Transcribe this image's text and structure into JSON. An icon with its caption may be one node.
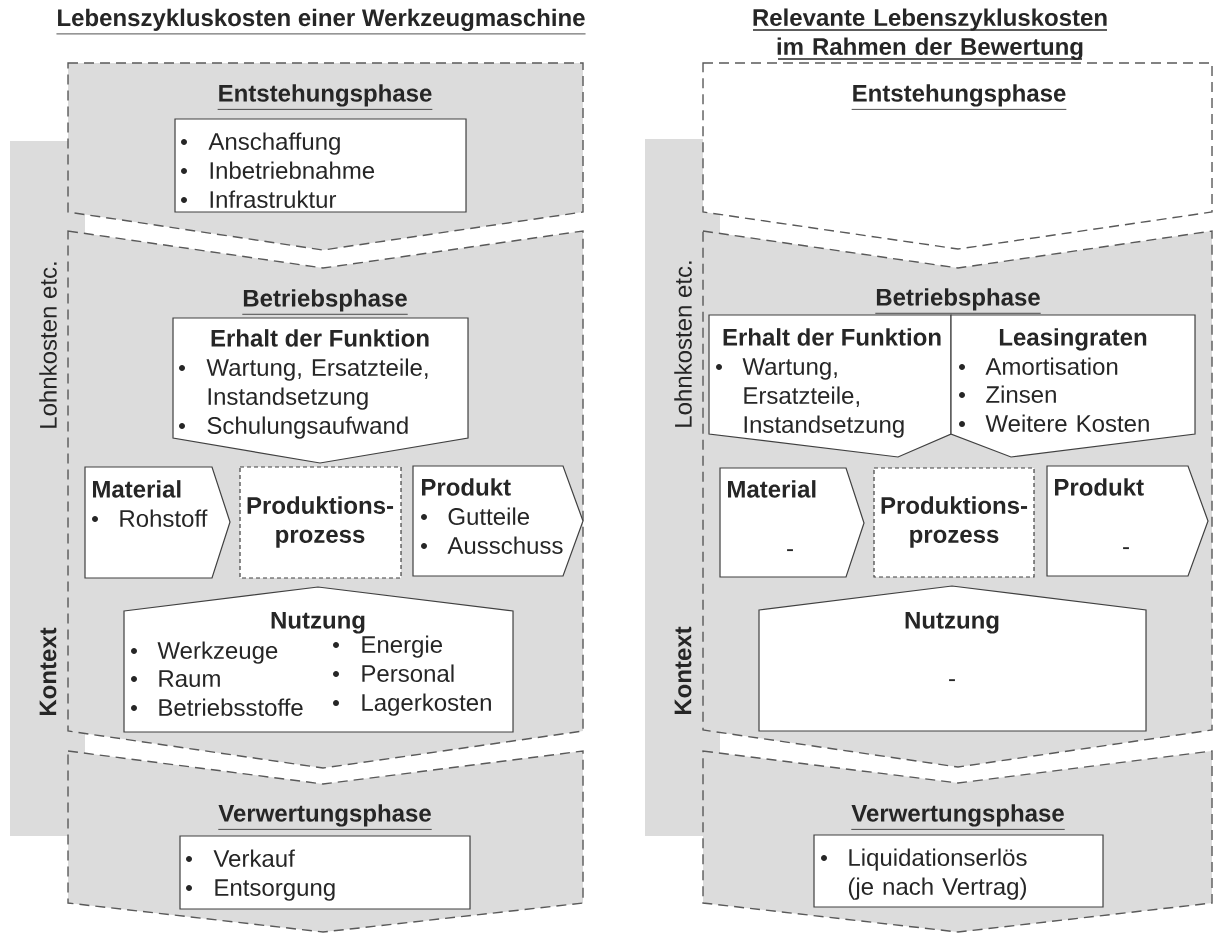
{
  "diagram": {
    "nodes": [
      {
        "text": [
          "Lohnkosten etc.",
          "Kontext"
        ]
      },
      {
        "text": [
          "Entstehungsphase"
        ]
      },
      {
        "text": [
          "Anschaffung",
          "Inbetriebnahme",
          "Infrastruktur"
        ],
        "in": 1
      },
      {
        "text": [
          "Betriebsphase"
        ]
      },
      {
        "text": [
          "Erhalt der Funktion",
          "Wartung, Ersatzteile, Instandsetzung",
          "Schulungsaufwand"
        ],
        "in": 3
      },
      {
        "text": [
          "Material",
          "Rohstoff"
        ],
        "in": 3
      },
      {
        "text": [
          "Produktions- prozess"
        ],
        "in": 3
      },
      {
        "text": [
          "Produkt",
          "Gutteile",
          "Ausschuss"
        ],
        "in": 3
      },
      {
        "text": [
          "Nutzung",
          "Werkzeuge",
          "Raum",
          "Betriebsstoffe",
          "Energie",
          "Personal",
          "Lagerkosten"
        ],
        "in": 3
      },
      {
        "text": [
          "Verwertungsphase"
        ]
      },
      {
        "text": [
          "Verkauf",
          "Entsorgung"
        ],
        "in": 9
      },
      {
        "text": [
          "Lohnkosten etc.",
          "Kontext"
        ]
      },
      {
        "text": [
          "Entstehungsphase"
        ]
      },
      {
        "text": [
          "Betriebsphase"
        ]
      },
      {
        "text": [
          "Erhalt der Funktion",
          "Wartung, Ersatzteile, Instandsetzung"
        ],
        "in": 13
      },
      {
        "text": [
          "Leasingraten",
          "Amortisation",
          "Zinsen",
          "Weitere Kosten"
        ],
        "in": 13
      },
      {
        "text": [
          "Material",
          "-"
        ],
        "in": 13
      },
      {
        "text": [
          "Produktions- prozess"
        ],
        "in": 13
      },
      {
        "text": [
          "Produkt",
          "-"
        ],
        "in": 13
      },
      {
        "text": [
          "Nutzung",
          "-"
        ],
        "in": 13
      },
      {
        "text": [
          "Verwertungsphase"
        ]
      },
      {
        "text": [
          "Liquidationserlös (je nach Vertrag)"
        ],
        "in": 20
      }
    ],
    "labels": [
      "Lebenszykluskosten einer Werkzeugmaschine",
      "Relevante Lebenszykluskosten im Rahmen der Bewertung"
    ]
  }
}
